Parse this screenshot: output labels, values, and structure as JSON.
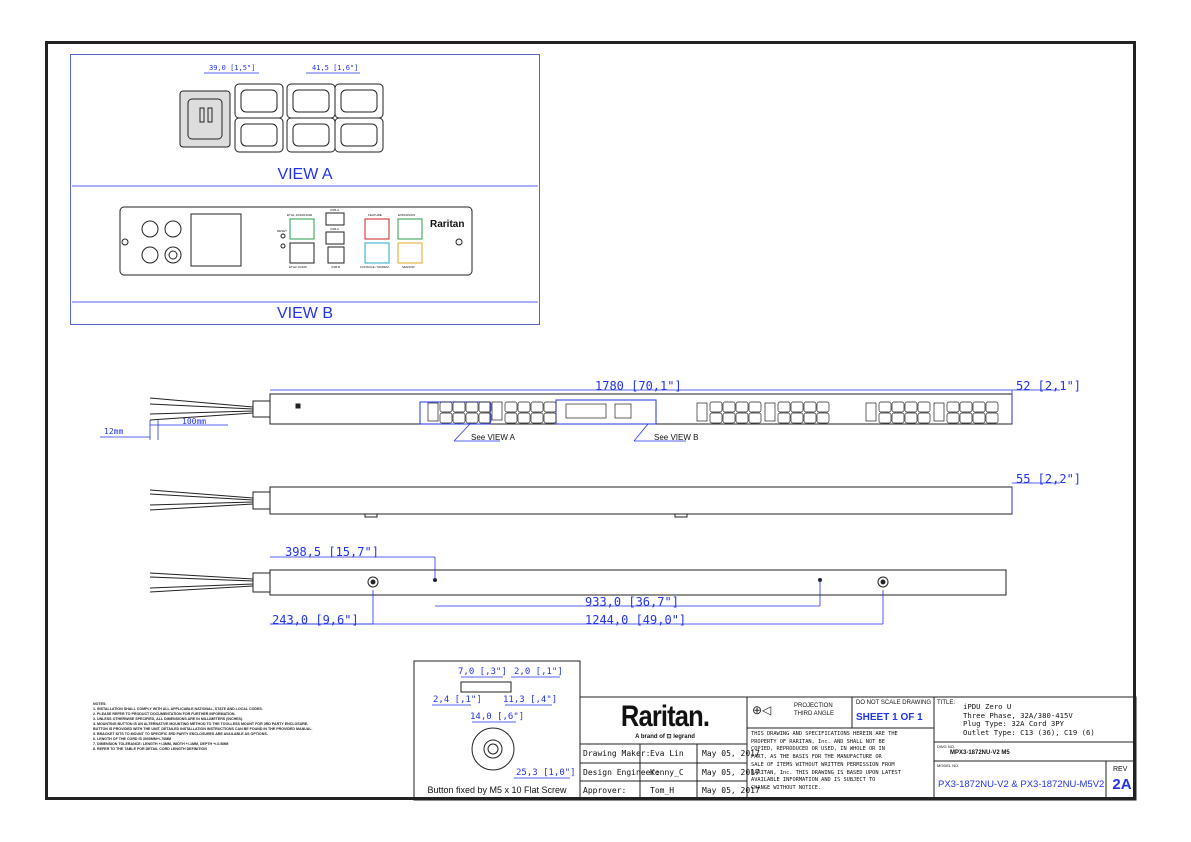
{
  "views": {
    "view_a_label": "VIEW A",
    "view_b_label": "VIEW B",
    "dim_c19_pitch": "39,0 [1,5\"]",
    "dim_c13_pitch": "41,5 [1,6\"]"
  },
  "panel": {
    "brand": "Raritan",
    "labels": {
      "eth1": "ETH1 10/100/1000",
      "eth2": "ETH2 10/100",
      "usb_a1": "USB-A",
      "usb_a2": "USB-A",
      "usb_b": "USB-B",
      "reset": "RESET",
      "feature": "FEATURE",
      "expansion": "EXPANSION",
      "console": "CONSOLE / MODEM",
      "sensor": "SENSOR"
    }
  },
  "front": {
    "length": "1780 [70,1\"]",
    "width_dim": "52 [2,1\"]",
    "cord_strip": "12mm",
    "cord_len": "100mm",
    "see_a": "See VIEW A",
    "see_b": "See VIEW B"
  },
  "side": {
    "depth_dim": "55 [2,2\"]"
  },
  "back": {
    "d1": "398,5 [15,7\"]",
    "d2": "933,0 [36,7\"]",
    "d3": "243,0 [9,6\"]",
    "d4": "1244,0 [49,0\"]"
  },
  "button_detail": {
    "d_a": "7,0 [,3\"]",
    "d_b": "2,0 [,1\"]",
    "d_c": "2,4 [,1\"]",
    "d_d": "11,3 [,4\"]",
    "d_e": "14,0 [,6\"]",
    "d_f": "25,3 [1,0\"]",
    "caption": "Button fixed by M5 x 10 Flat Screw"
  },
  "notes": {
    "heading": "NOTES:",
    "items": [
      "1. INSTALLATION SHALL COMPLY WITH ALL APPLICABLE NATIONAL, STATE AND LOCAL CODES.",
      "2. PLEASE REFER TO PRODUCT DOCUMENTATION FOR FURTHER INFORMATION.",
      "3. UNLESS OTHERWISE SPECIFIED, ALL DIMENSIONS ARE IN MILLIMETERS (INCHES).",
      "4. MOUNTING BUTTON IS AN ALTERNATIVE MOUNTING METHOD TO THE TOOLLESS MOUNT FOR 3RD PARTY ENCLOSURE.",
      "   BUTTON IS PROVIDED WITH THE UNIT. DETAILED INSTALLATION INSTRUCTIONS CAN BE FOUND IN THE PROVIDED MANUAL.",
      "5. BRACKET KITS TO MOUNT TO SPECIFIC 3RD PARTY ENCLOSURES ARE AVAILABLE AS OPTIONS.",
      "6. LENGTH OF THE CORD IS 3000MM+/-70MM",
      "7. DIMENSION TOLERANCE: LENGTH +/-3MM, WIDTH +/-1MM, DEPTH +/-0.5MM",
      "8. REFER TO THE TABLE FOR DETAIL CORD LENGTH DEFINITION"
    ]
  },
  "title_block": {
    "logo": "Raritan.",
    "tagline": "A brand of ⊡ legrand",
    "rows": [
      {
        "role": "Drawing Maker:",
        "name": "Eva Lin",
        "date": "May 05, 2017"
      },
      {
        "role": "Design Engineer:",
        "name": "Kenny_C",
        "date": "May 05, 2017"
      },
      {
        "role": "Approver:",
        "name": "Tom_H",
        "date": "May 05, 2017"
      }
    ],
    "projection_1": "PROJECTION",
    "projection_2": "THIRD ANGLE",
    "do_not_scale": "DO NOT SCALE DRAWING",
    "sheet": "SHEET 1 OF 1",
    "disclaimer": [
      "THIS DRAWING AND SPECIFICATIONS HEREIN ARE THE",
      "PROPERTY OF RARITAN, Inc. AND SHALL NOT BE",
      "COPIED, REPRODUCED OR USED, IN WHOLE OR IN",
      "PART, AS THE BASIS FOR THE MANUFACTURE OR",
      "SALE OF ITEMS WITHOUT WRITTEN PERMISSION FROM",
      "RARITAN, Inc. THIS DRAWING IS BASED UPON LATEST",
      "AVAILABLE INFORMATION AND IS SUBJECT TO",
      "CHANGE WITHOUT NOTICE."
    ],
    "title_label": "TITLE:",
    "title_lines": [
      "iPDU Zero U",
      "Three Phase, 32A/380-415V",
      "Plug Type: 32A Cord 3PY",
      "Outlet Type: C13 (36), C19 (6)"
    ],
    "dwg_label": "DWG NO.",
    "dwg_no": "MPX3-1872NU-V2 M5",
    "model_label": "MODEL NO.",
    "model_no": "PX3-1872NU-V2 & PX3-1872NU-M5V2",
    "rev_label": "REV",
    "rev": "2A"
  },
  "colors": {
    "dimension": "#2233ee",
    "frame": "#222222"
  }
}
